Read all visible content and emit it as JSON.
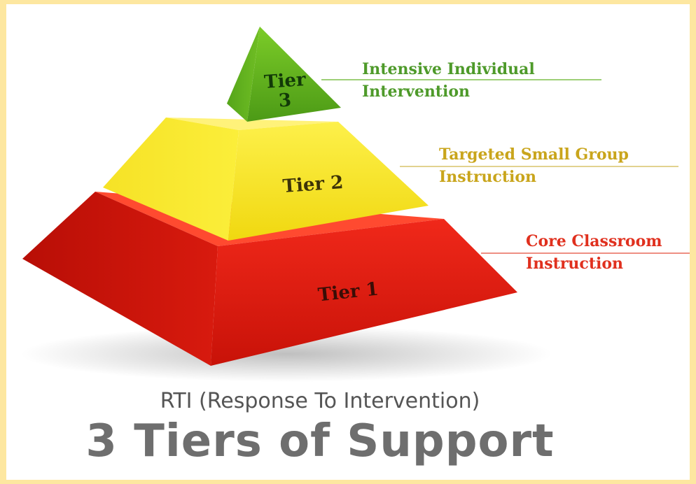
{
  "diagram": {
    "tiers": [
      {
        "label": "Tier 1",
        "callout_line1": "Core Classroom",
        "callout_line2": "Instruction",
        "color": "#e12014"
      },
      {
        "label": "Tier 2",
        "callout_line1": "Targeted Small Group",
        "callout_line2": "Instruction",
        "color": "#f1e014"
      },
      {
        "label_line1": "Tier",
        "label_line2": "3",
        "callout_line1": "Intensive Individual",
        "callout_line2": "Intervention",
        "color": "#5fad1c"
      }
    ],
    "subtitle": "RTI (Response To Intervention)",
    "title": "3 Tiers of Support",
    "callout_colors": {
      "tier1": "#e0301e",
      "tier2": "#c9a51c",
      "tier3": "#4e9a2a"
    }
  }
}
